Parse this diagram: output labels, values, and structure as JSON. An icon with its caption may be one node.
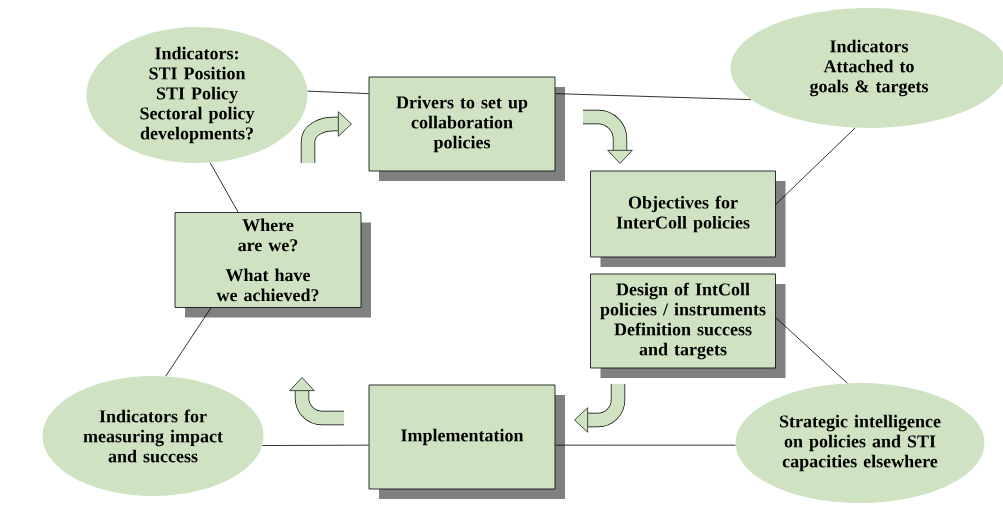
{
  "diagram": {
    "nodes": [
      {
        "text": [
          "Indicators:",
          "STI Position",
          "STI Policy",
          "Sectoral policy developments?"
        ]
      },
      {
        "text": [
          "Drivers to set up collaboration policies"
        ]
      },
      {
        "text": [
          "Indicators",
          "Attached to goals & targets"
        ]
      },
      {
        "text": [
          "Where are we?",
          "What have we achieved?"
        ]
      },
      {
        "text": [
          "Objectives for InterColl policies"
        ]
      },
      {
        "text": [
          "Design of IntColl policies / instruments",
          "Definition success and targets"
        ]
      },
      {
        "text": [
          "Indicators for measuring impact and success"
        ]
      },
      {
        "text": [
          "Implementation"
        ]
      },
      {
        "text": [
          "Strategic intelligence on policies and STI capacities elsewhere"
        ]
      }
    ],
    "edges": [
      {
        "from": 0,
        "to": 1,
        "arrow": "none"
      },
      {
        "from": 1,
        "to": 2,
        "arrow": "none"
      },
      {
        "from": 2,
        "to": 4,
        "arrow": "none"
      },
      {
        "from": 0,
        "to": 3,
        "arrow": "none"
      },
      {
        "from": 3,
        "to": 6,
        "arrow": "none"
      },
      {
        "from": 6,
        "to": 7,
        "arrow": "none"
      },
      {
        "from": 7,
        "to": 8,
        "arrow": "none"
      },
      {
        "from": 5,
        "to": 8,
        "arrow": "none"
      }
    ]
  }
}
